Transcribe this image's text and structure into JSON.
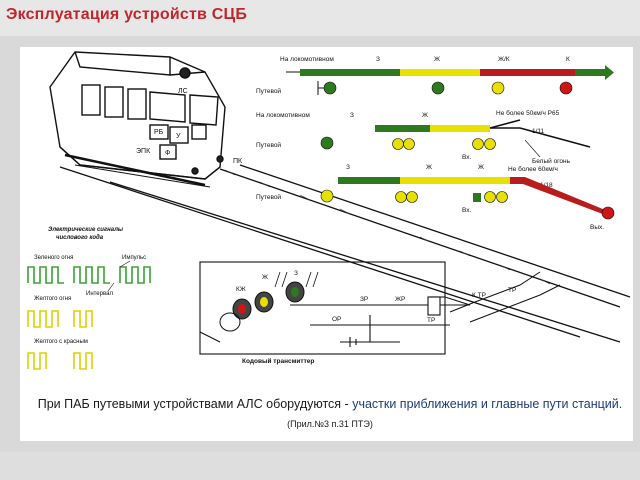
{
  "header": {
    "title": "Эксплуатация устройств СЦБ"
  },
  "locomotive": {
    "labels": {
      "ls": "ЛС",
      "rb": "РБ",
      "epk": "ЭПК",
      "u": "У",
      "f": "Ф",
      "pk": "ПК"
    }
  },
  "signal_chart": {
    "row1": {
      "label_loco": "На локомотивном",
      "label_track": "Путевой",
      "codes": [
        "З",
        "Ж",
        "Ж/К",
        "К"
      ]
    },
    "row2": {
      "label_loco": "На локомотивном",
      "label_track": "Путевой",
      "codes": [
        "З",
        "Ж"
      ],
      "speed_note": "Не более 50км/ч Р65",
      "switch_mark": "1/11",
      "white_light": "Белый огонь",
      "entry": "Вх."
    },
    "row3": {
      "label_track": "Путевой",
      "codes": [
        "З",
        "Ж",
        "Ж"
      ],
      "speed_note": "Не более 60км/ч",
      "switch_mark": "1/18",
      "entry": "Вх.",
      "exit": "Вых."
    }
  },
  "code_signals": {
    "title_line1": "Электрические сигналы",
    "title_line2": "числового кода",
    "green": "Зеленого огня",
    "impulse": "Импульс",
    "interval": "Интервал",
    "yellow": "Желтого огня",
    "yellow_red": "Желтого с красным"
  },
  "circuit": {
    "lamps": [
      "КЖ",
      "Ж",
      "З"
    ],
    "relays": [
      "ЗР",
      "ЖР",
      "ОР",
      "ТР"
    ],
    "track_labels": [
      "К ТР",
      "ТР"
    ],
    "transmitter": "Кодовый трансмиттер"
  },
  "caption": {
    "main": "При ПАБ путевыми устройствами АЛС оборудуются - ",
    "highlight": "участки приближения и главные пути станций.",
    "ref": " (Прил.№3 п.31 ПТЭ)"
  }
}
